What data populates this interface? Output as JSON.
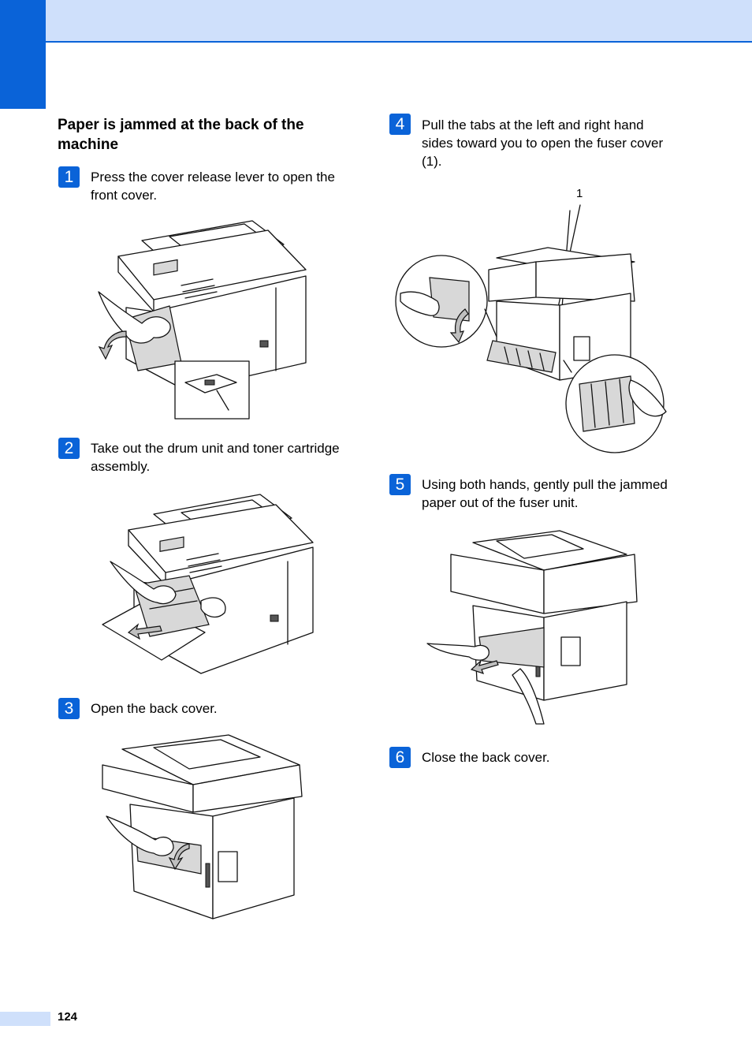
{
  "section": {
    "title": "Paper is jammed at the back of the machine"
  },
  "steps": [
    {
      "number": "1",
      "text": "Press the cover release lever to open the front cover."
    },
    {
      "number": "2",
      "text": "Take out the drum unit and toner cartridge assembly."
    },
    {
      "number": "3",
      "text": "Open the back cover."
    },
    {
      "number": "4",
      "text": " Pull the tabs at the left and right hand sides toward you to open the fuser cover (1)."
    },
    {
      "number": "5",
      "text": "Using both hands, gently pull the jammed paper out of the fuser unit."
    },
    {
      "number": "6",
      "text": "Close the back cover."
    }
  ],
  "callouts": {
    "fuser_cover": "1"
  },
  "footer": {
    "page_number": "124"
  },
  "colors": {
    "accent": "#0a63d8",
    "band": "#cfe0fb"
  }
}
